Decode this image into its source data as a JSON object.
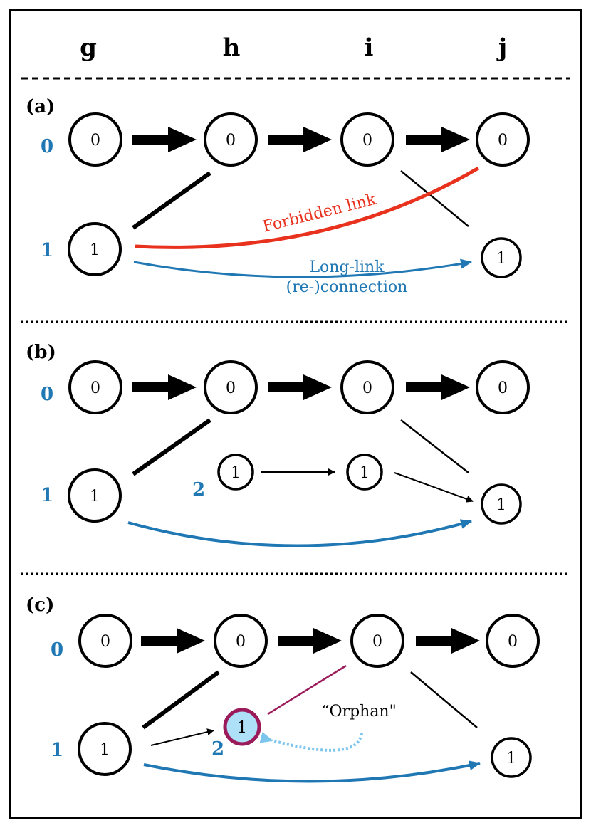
{
  "columns": [
    "g",
    "h",
    "i",
    "j"
  ],
  "panels": [
    {
      "label": "(a)",
      "levels": [
        "0",
        "1"
      ],
      "nodes": [
        "0",
        "0",
        "0",
        "0",
        "1",
        "1"
      ],
      "annotations": {
        "forbidden": "Forbidden link",
        "long_link_1": "Long-link",
        "long_link_2": "(re-)connection"
      }
    },
    {
      "label": "(b)",
      "levels": [
        "0",
        "1",
        "2"
      ],
      "nodes": [
        "0",
        "0",
        "0",
        "0",
        "1",
        "1",
        "1",
        "1"
      ]
    },
    {
      "label": "(c)",
      "levels": [
        "0",
        "1",
        "2"
      ],
      "nodes": [
        "0",
        "0",
        "0",
        "0",
        "1",
        "1",
        "1"
      ],
      "annotations": {
        "orphan": "“Orphan\""
      }
    }
  ],
  "colors": {
    "level_blue": "#1f77b4",
    "forbidden_red": "#e8321e",
    "orphan_border": "#9b1b5a",
    "orphan_fill": "#aee0f7",
    "orphan_arrow": "#7cc6ee"
  }
}
